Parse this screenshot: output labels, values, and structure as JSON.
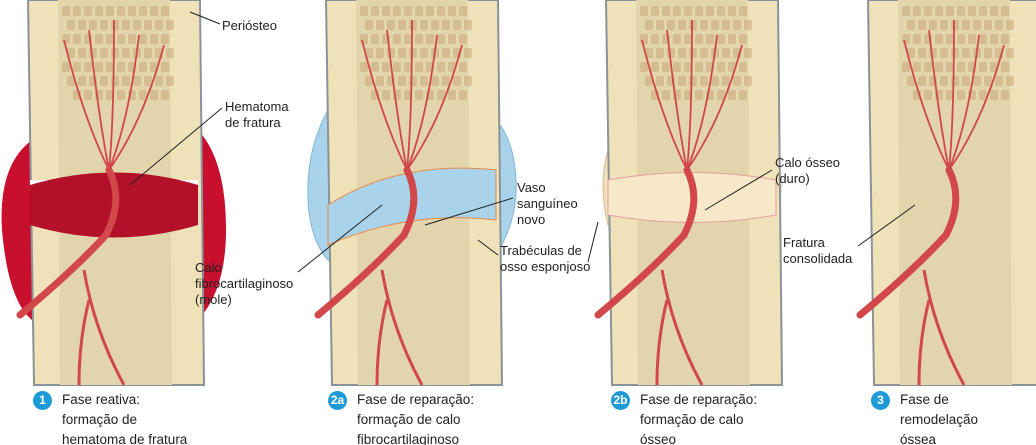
{
  "labels": {
    "periosteum": "Periósteo",
    "hematoma": [
      "Hematoma",
      "de fratura"
    ],
    "soft_callus": [
      "Calo",
      "fibrocartilaginoso",
      "(mole)"
    ],
    "new_vessel": [
      "Vaso",
      "sanguíneo",
      "novo"
    ],
    "trabeculae": [
      "Trabéculas de",
      "osso esponjoso"
    ],
    "hard_callus": [
      "Calo ósseo",
      "(duro)"
    ],
    "healed": [
      "Fratura",
      "consolidada"
    ]
  },
  "stages": [
    {
      "number": "1",
      "lines": [
        "Fase reativa:",
        "formação de",
        "hematoma de fratura"
      ]
    },
    {
      "number": "2a",
      "lines": [
        "Fase de reparação:",
        "formação de calo",
        "fibrocartilaginoso"
      ]
    },
    {
      "number": "2b",
      "lines": [
        "Fase de reparação:",
        "formação de calo",
        "ósseo"
      ]
    },
    {
      "number": "3",
      "lines": [
        "Fase de",
        "remodelação",
        "óssea"
      ]
    }
  ],
  "colors": {
    "badge": "#1e9ad6",
    "bone": "#efe2b8",
    "marrow": "#e2d4ab",
    "vessel": "#d2474a",
    "hematoma": "#c8102e",
    "cartilage": "#a9d3ea"
  }
}
